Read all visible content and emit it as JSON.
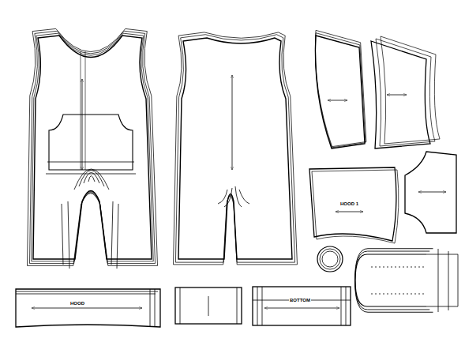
{
  "diagram": {
    "labels": [
      "HOOD 1",
      "HOOD",
      "BOTTOM"
    ]
  }
}
